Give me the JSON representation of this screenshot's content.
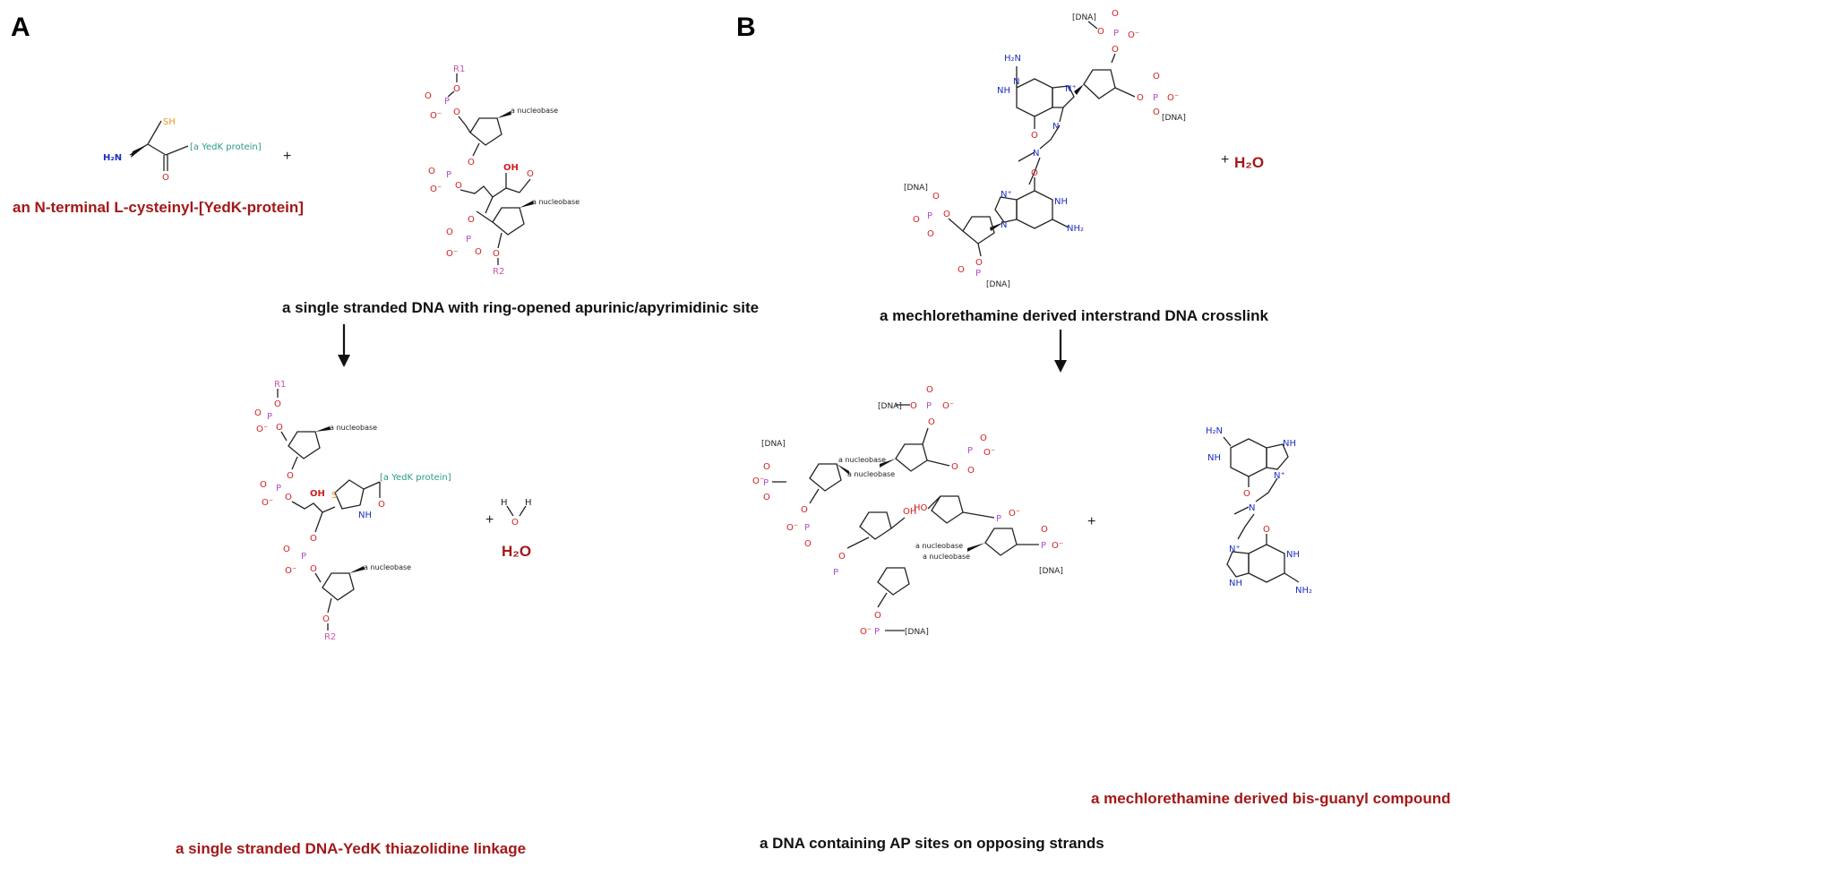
{
  "panels": {
    "a": {
      "letter": "A",
      "reactant1_name": "an N-terminal L-cysteinyl-[YedK-protein]",
      "reactant2_name": "a single stranded DNA with ring-opened apurinic/apyrimidinic site",
      "product_name": "a single stranded DNA-YedK thiazolidine linkage",
      "product2_name": "H₂O",
      "plus": "+"
    },
    "b": {
      "letter": "B",
      "reactant1_name": "a mechlorethamine derived interstrand DNA crosslink",
      "reactant2_name": "H₂O",
      "product1_name": "a DNA containing AP sites on opposing strands",
      "product2_name": "a mechlorethamine derived bis-guanyl compound",
      "plus": "+"
    }
  },
  "atoms": {
    "O": "O",
    "OH": "OH",
    "HO": "HO",
    "O_minus": "O⁻",
    "P": "P",
    "SH": "SH",
    "S": "S",
    "H": "H",
    "H2N": "H₂N",
    "NH2": "NH₂",
    "NH": "NH",
    "N": "N",
    "N_plus": "N⁺",
    "R1": "R1",
    "R2": "R2",
    "nucleobase": "a nucleobase",
    "yedk_protein": "[a YedK protein]",
    "dna": "[DNA]"
  }
}
